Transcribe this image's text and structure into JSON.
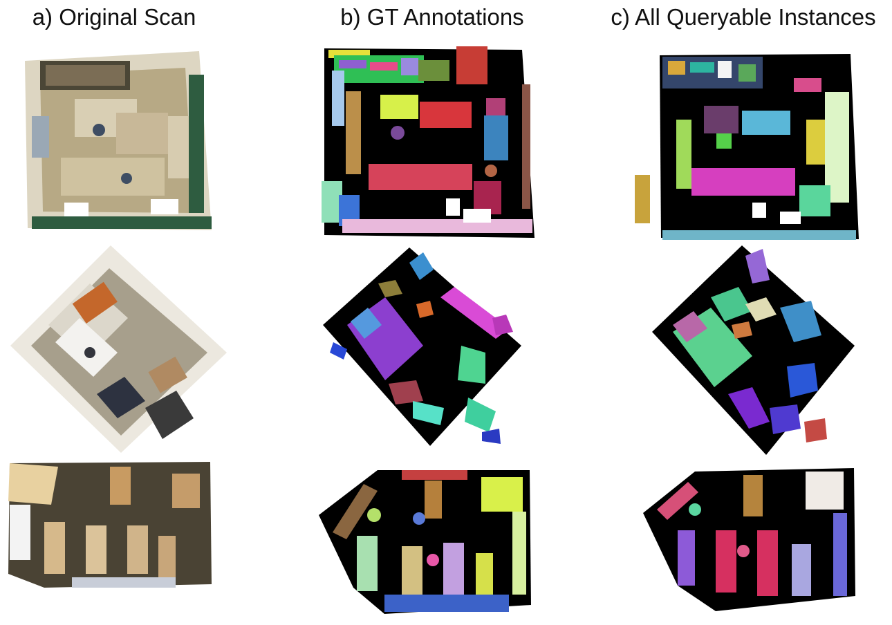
{
  "columns": [
    {
      "label": "a) Original Scan"
    },
    {
      "label": "b) GT Annotations"
    },
    {
      "label": "c) All Queryable Instances"
    }
  ],
  "palette": {
    "background": "#000000",
    "scan_floor": "#b9ad8c",
    "scan_wall": "#e9e4d6",
    "scan_dark": "#3d3a30",
    "scan_green": "#2f5d3f"
  }
}
